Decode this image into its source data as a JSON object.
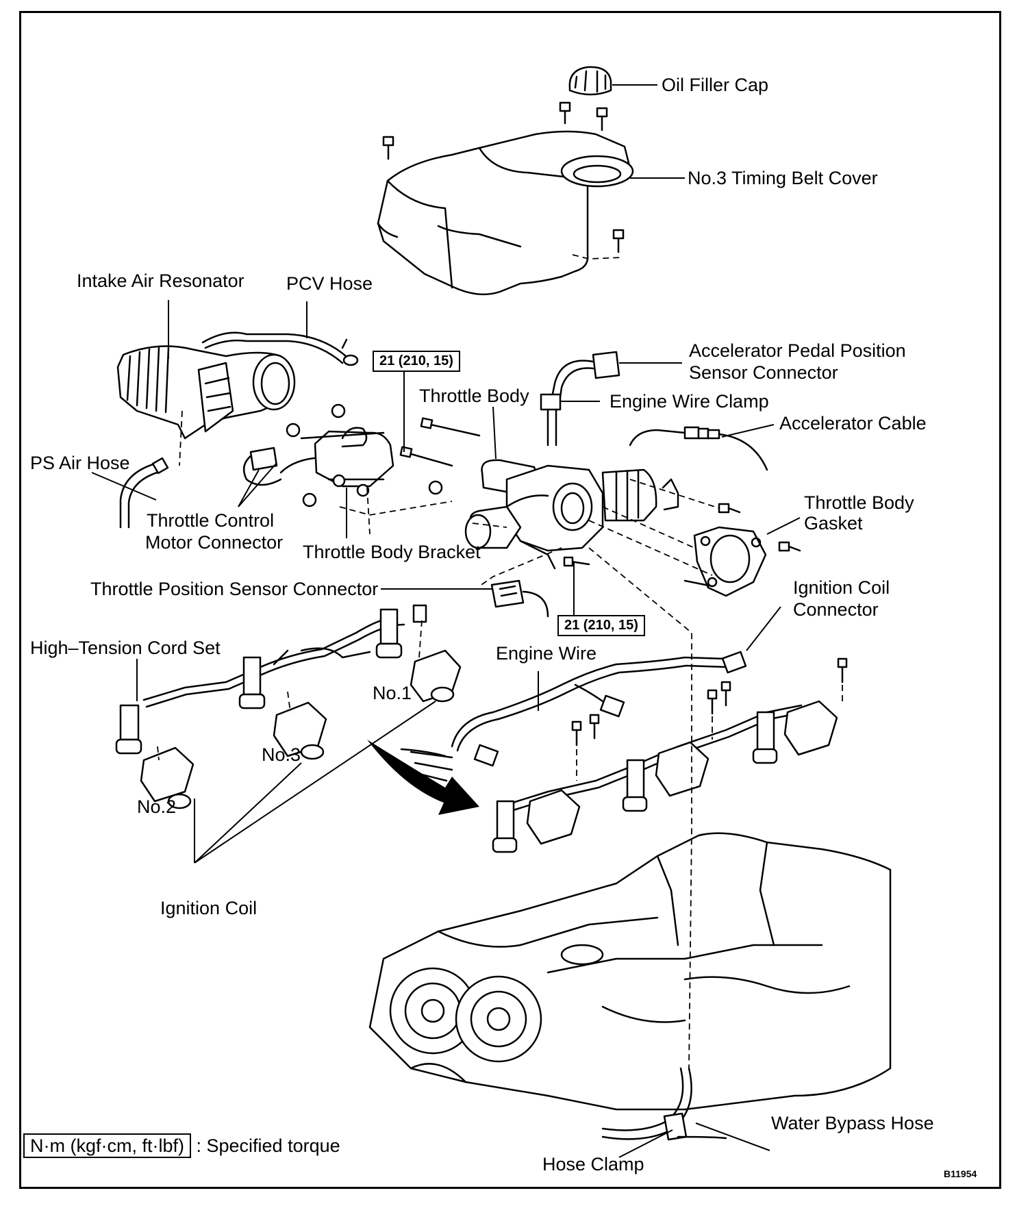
{
  "diagram": {
    "labels": {
      "oil_filler_cap": "Oil Filler Cap",
      "timing_belt_cover": "No.3 Timing Belt Cover",
      "intake_air_resonator": "Intake Air Resonator",
      "pcv_hose": "PCV Hose",
      "app_sensor_connector_line1": "Accelerator Pedal Position",
      "app_sensor_connector_line2": "Sensor Connector",
      "throttle_body": "Throttle Body",
      "engine_wire_clamp": "Engine Wire Clamp",
      "accelerator_cable": "Accelerator Cable",
      "ps_air_hose": "PS Air Hose",
      "throttle_body_gasket_line1": "Throttle Body",
      "throttle_body_gasket_line2": "Gasket",
      "throttle_control_motor_line1": "Throttle Control",
      "throttle_control_motor_line2": "Motor Connector",
      "throttle_body_bracket": "Throttle Body Bracket",
      "tps_connector": "Throttle Position Sensor Connector",
      "ignition_coil_connector_line1": "Ignition Coil",
      "ignition_coil_connector_line2": "Connector",
      "high_tension_cord_set": "High–Tension Cord Set",
      "engine_wire": "Engine Wire",
      "no1": "No.1",
      "no2": "No.2",
      "no3": "No.3",
      "ignition_coil": "Ignition Coil",
      "water_bypass_hose": "Water Bypass Hose",
      "hose_clamp": "Hose Clamp"
    },
    "torque_specs": {
      "throttle_body_bolt_upper": "21 (210, 15)",
      "throttle_body_bolt_lower": "21 (210, 15)"
    },
    "legend": {
      "unit": "N·m (kgf·cm, ft·lbf)",
      "description": ": Specified torque"
    },
    "figure_code": "B11954"
  }
}
